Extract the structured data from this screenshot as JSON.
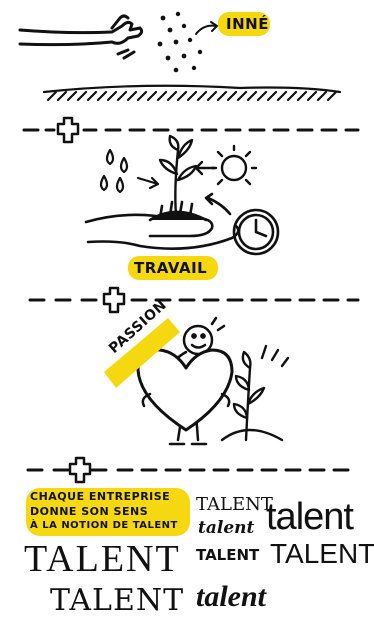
{
  "colors": {
    "ink": "#111111",
    "highlight": "#f5d80f",
    "paper": "#ffffff"
  },
  "section1": {
    "label": "INNÉ"
  },
  "section2": {
    "label": "TRAVAIL"
  },
  "section3": {
    "label": "PASSION"
  },
  "section4": {
    "note": [
      "CHAQUE ENTREPRISE",
      "DONNE SON SENS",
      "À LA NOTION DE TALENT"
    ],
    "words": [
      "TALENT",
      "talent",
      "talent",
      "TALENT",
      "TALENT",
      "TALENT",
      "TALENT",
      "talent"
    ]
  },
  "icons": [
    "arm-icon",
    "seeds-icon",
    "soil-icon",
    "plus-icon",
    "water-drops-icon",
    "sun-icon",
    "plant-icon",
    "hand-icon",
    "clock-icon",
    "stick-figure-icon",
    "heart-icon",
    "sapling-icon"
  ]
}
